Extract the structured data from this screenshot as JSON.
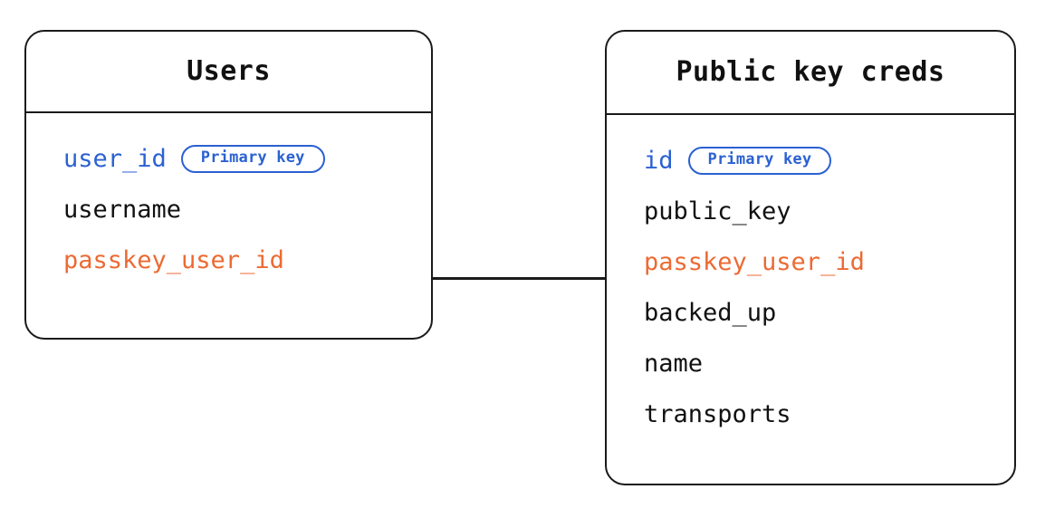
{
  "diagram": {
    "type": "entity-relationship-diagram",
    "background_color": "#ffffff",
    "colors": {
      "border": "#1a1a1a",
      "text": "#111111",
      "primary_key_blue": "#2b61d1",
      "foreign_key_orange": "#ec6a33"
    },
    "entities": [
      {
        "id": "users",
        "title": "Users",
        "fields": [
          {
            "name": "user_id",
            "color": "blue",
            "badge": "Primary key"
          },
          {
            "name": "username",
            "color": "black",
            "badge": null
          },
          {
            "name": "passkey_user_id",
            "color": "orange",
            "badge": null
          }
        ]
      },
      {
        "id": "public-key-creds",
        "title": "Public key creds",
        "fields": [
          {
            "name": "id",
            "color": "blue",
            "badge": "Primary key"
          },
          {
            "name": "public_key",
            "color": "black",
            "badge": null
          },
          {
            "name": "passkey_user_id",
            "color": "orange",
            "badge": null
          },
          {
            "name": "backed_up",
            "color": "black",
            "badge": null
          },
          {
            "name": "name",
            "color": "black",
            "badge": null
          },
          {
            "name": "transports",
            "color": "black",
            "badge": null
          }
        ]
      }
    ],
    "relationship": {
      "from": "users.passkey_user_id",
      "to": "public-key-creds.passkey_user_id",
      "style": "solid-line"
    }
  }
}
